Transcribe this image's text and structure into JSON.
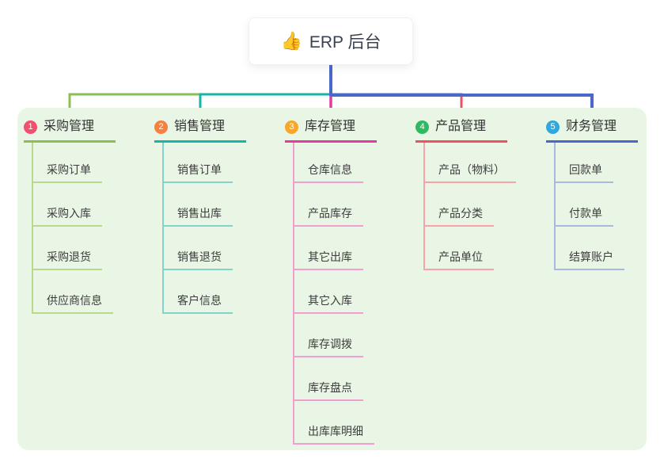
{
  "root": {
    "icon": "👍",
    "label": "ERP 后台"
  },
  "branches": [
    {
      "number": "1",
      "title": "采购管理",
      "badge_color": "#f1506e",
      "line_color": "#8bbf56",
      "tint_color": "#b7d98c",
      "items": [
        "采购订单",
        "采购入库",
        "采购退货",
        "供应商信息"
      ]
    },
    {
      "number": "2",
      "title": "销售管理",
      "badge_color": "#f5813e",
      "line_color": "#16b5a8",
      "tint_color": "#82d3c9",
      "items": [
        "销售订单",
        "销售出库",
        "销售退货",
        "客户信息"
      ]
    },
    {
      "number": "3",
      "title": "库存管理",
      "badge_color": "#f9a826",
      "line_color": "#e23c9e",
      "tint_color": "#f19ed1",
      "items": [
        "仓库信息",
        "产品库存",
        "其它出库",
        "其它入库",
        "库存调拨",
        "库存盘点",
        "出库库明细"
      ]
    },
    {
      "number": "4",
      "title": "产品管理",
      "badge_color": "#2fba62",
      "line_color": "#f05060",
      "tint_color": "#f6a3aa",
      "items": [
        "产品（物料）",
        "产品分类",
        "产品单位"
      ]
    },
    {
      "number": "5",
      "title": "财务管理",
      "badge_color": "#2fa8e0",
      "line_color": "#4a68c8",
      "tint_color": "#a9b9de",
      "items": [
        "回款单",
        "付款单",
        "结算账户"
      ]
    }
  ],
  "colors": {
    "canvas_bg": "#ffffff",
    "panel_bg": "#e9f6e5",
    "stem": "#4a68c8"
  }
}
